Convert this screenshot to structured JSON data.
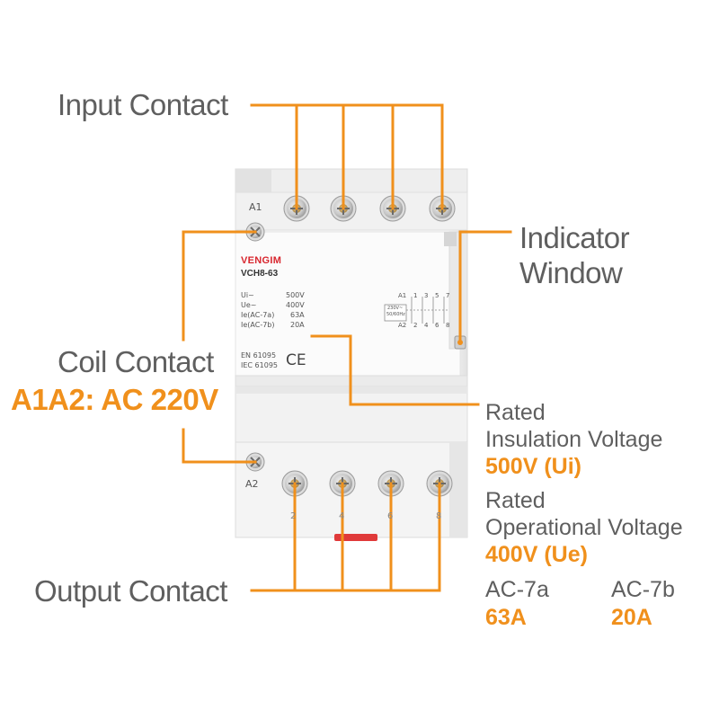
{
  "labels": {
    "input_contact": "Input Contact",
    "output_contact": "Output Contact",
    "indicator_window_line1": "Indicator",
    "indicator_window_line2": "Window",
    "coil_contact": "Coil Contact",
    "coil_spec": "A1A2: AC 220V",
    "rated_insulation_line1": "Rated",
    "rated_insulation_line2": "Insulation Voltage",
    "rated_insulation_value": "500V (Ui)",
    "rated_operational_line1": "Rated",
    "rated_operational_line2": "Operational Voltage",
    "rated_operational_value": "400V (Ue)",
    "ac7a_label": "AC-7a",
    "ac7a_value": "63A",
    "ac7b_label": "AC-7b",
    "ac7b_value": "20A"
  },
  "device": {
    "brand": "VENGIM",
    "model": "VCH8-63",
    "terminal_a1": "A1",
    "terminal_a2": "A2",
    "specs": [
      {
        "name": "Ui~",
        "value": "500V"
      },
      {
        "name": "Ue~",
        "value": "400V"
      },
      {
        "name": "Ie(AC-7a)",
        "value": "63A"
      },
      {
        "name": "Ie(AC-7b)",
        "value": "20A"
      }
    ],
    "standards": [
      "EN 61095",
      "IEC 61095"
    ],
    "ce_mark": "CE",
    "diagram": {
      "a1": "A1",
      "a2": "A2",
      "top_numbers": [
        "1",
        "3",
        "5",
        "7"
      ],
      "bottom_numbers": [
        "2",
        "4",
        "6",
        "8"
      ],
      "coil_rating_line1": "230V~",
      "coil_rating_line2": "50/60Hz"
    },
    "bottom_terminal_numbers": [
      "2",
      "4",
      "6",
      "8"
    ]
  },
  "colors": {
    "accent": "#f0901c",
    "label_grey": "#5f5f5f",
    "brand_red": "#d8262e",
    "body": "#f3f3f3"
  }
}
